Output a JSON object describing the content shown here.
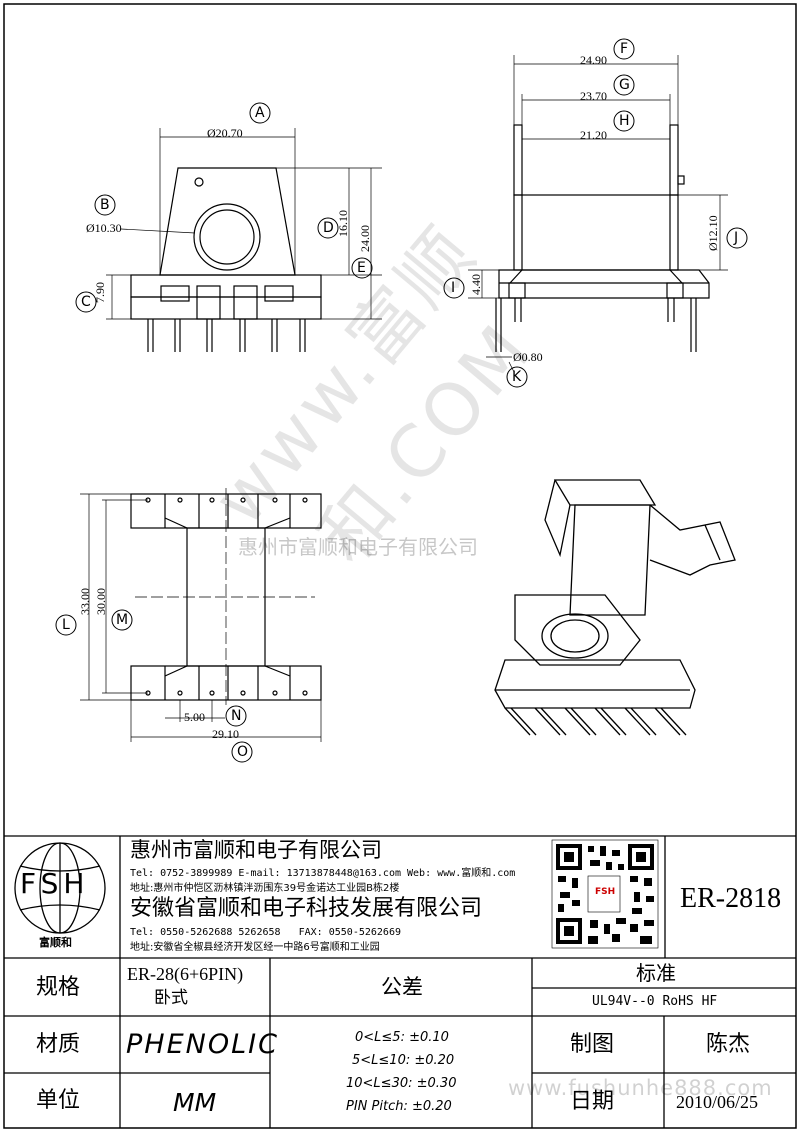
{
  "watermark": {
    "diagonal": "www.富顺和.COM",
    "center": "惠州市富顺和电子有限公司",
    "footer": "www.fushunhe888.com"
  },
  "callouts": [
    "A",
    "B",
    "C",
    "D",
    "E",
    "F",
    "G",
    "H",
    "I",
    "J",
    "K",
    "L",
    "M",
    "N",
    "O"
  ],
  "dims": {
    "a": "Ø20.70",
    "b": "Ø10.30",
    "c": "7.90",
    "d": "16.10",
    "e": "24.00",
    "f": "24.90",
    "g": "23.70",
    "h": "21.20",
    "i": "4.40",
    "j": "Ø12.10",
    "k": "Ø0.80",
    "l": "33.00",
    "m": "30.00",
    "n": "5.00",
    "o": "29.10"
  },
  "logo": {
    "letters": "FSH",
    "name": "富顺和"
  },
  "company1": {
    "name": "惠州市富顺和电子有限公司",
    "tel_label": "Tel:",
    "tel": "0752-3899989",
    "email_label": "E-mail:",
    "email": "13713878448@163.com",
    "web_label": "Web:",
    "web": "www.富顺和.com",
    "addr_label": "地址:",
    "addr": "惠州市仲恺区沥林镇泮沥围东39号金诺达工业园B栋2楼"
  },
  "company2": {
    "name": "安徽省富顺和电子科技发展有限公司",
    "tel_label": "Tel:",
    "tel": "0550-5262688  5262658",
    "fax_label": "FAX:",
    "fax": "0550-5262669",
    "addr_label": "地址:",
    "addr": "安徽省全椒县经济开发区经一中路6号富顺和工业园"
  },
  "qr_label": "FSH",
  "part_no": "ER-2818",
  "table": {
    "spec_label": "规格",
    "spec_value": "ER-28(6+6PIN)",
    "spec_sub": "卧式",
    "tolerance_label": "公差",
    "tol1": "0<L≤5: ±0.10",
    "tol2": "5<L≤10: ±0.20",
    "tol3": "10<L≤30: ±0.30",
    "tol4": "PIN Pitch: ±0.20",
    "standard_label": "标准",
    "standard_value": "UL94V--0  RoHS HF",
    "material_label": "材质",
    "material_value": "PHENOLIC",
    "drawn_label": "制图",
    "drawn_value": "陈杰",
    "unit_label": "单位",
    "unit_value": "MM",
    "date_label": "日期",
    "date_value": "2010/06/25"
  }
}
